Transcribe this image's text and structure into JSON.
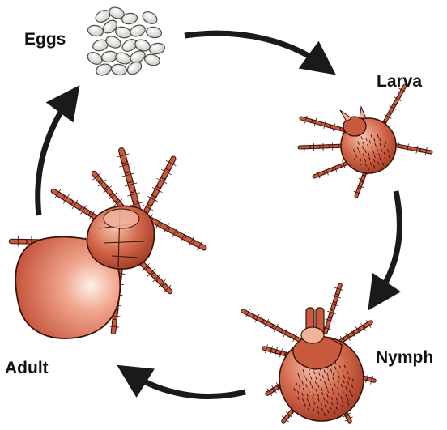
{
  "diagram": {
    "type": "life-cycle",
    "stages": [
      {
        "id": "eggs",
        "label": "Eggs"
      },
      {
        "id": "larva",
        "label": "Larva"
      },
      {
        "id": "nymph",
        "label": "Nymph"
      },
      {
        "id": "adult",
        "label": "Adult"
      }
    ],
    "cycle_order": [
      "eggs",
      "larva",
      "nymph",
      "adult"
    ],
    "arrow_direction": "clockwise"
  },
  "colors": {
    "arrow": "#1a1a1a",
    "tick_body": "#c85a3e",
    "tick_body_light": "#f0b49c",
    "tick_outline": "#3a1008",
    "egg_fill": "#e6e3dc",
    "egg_outline": "#4a4a4a",
    "abdomen_light": "#fbe4da",
    "abdomen_dark": "#c9573d"
  },
  "icons": [
    "egg-cluster-icon",
    "larva-tick-icon",
    "nymph-tick-icon",
    "engorged-adult-tick-icon"
  ]
}
